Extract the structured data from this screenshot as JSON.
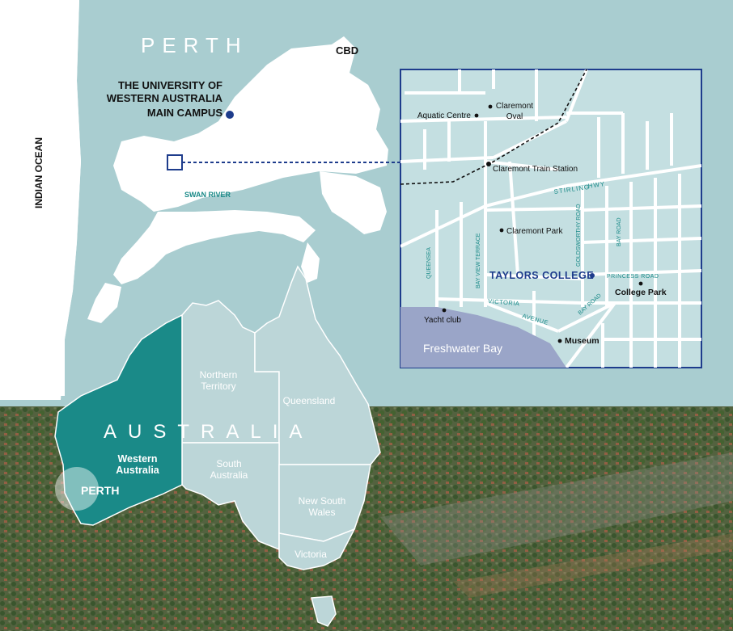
{
  "regional": {
    "city": "PERTH",
    "cbd": "CBD",
    "ocean": "INDIAN OCEAN",
    "river": "SWAN RIVER",
    "campus_line1": "THE UNIVERSITY OF",
    "campus_line2": "WESTERN AUSTRALIA",
    "campus_line3": "MAIN CAMPUS"
  },
  "inset": {
    "aquatic_centre": "Aquatic Centre",
    "claremont_oval_1": "Claremont",
    "claremont_oval_2": "Oval",
    "train_station": "Claremont Train Station",
    "stirling": "STIRLING",
    "hwy": "HWY",
    "claremont_park": "Claremont Park",
    "goldsworthy": "GOLDSWORTHY ROAD",
    "bay_road_v": "BAY ROAD",
    "queensea": "QUEENSEA",
    "bay_view": "BAY VIEW TERRACE",
    "taylors": "TAYLORS COLLEGE",
    "princess": "PRINCESS ROAD",
    "college_park": "College Park",
    "victoria": "VICTORIA",
    "avenue": "AVENUE",
    "bay_road_d": "BAY ROAD",
    "yacht": "Yacht club",
    "museum": "Museum",
    "freshwater": "Freshwater Bay"
  },
  "australia": {
    "country": "AUSTRALIA",
    "wa_1": "Western",
    "wa_2": "Australia",
    "perth": "PERTH",
    "nt_1": "Northern",
    "nt_2": "Territory",
    "qld": "Queensland",
    "sa_1": "South",
    "sa_2": "Australia",
    "nsw_1": "New South",
    "nsw_2": "Wales",
    "vic": "Victoria"
  },
  "colors": {
    "sea": "#a9cdd0",
    "land": "#ffffff",
    "wa": "#1a8a88",
    "states": "#bcd6d8",
    "navy": "#1e3c8c",
    "teal_text": "#1a8a88",
    "bay": "#9aa5c8"
  }
}
